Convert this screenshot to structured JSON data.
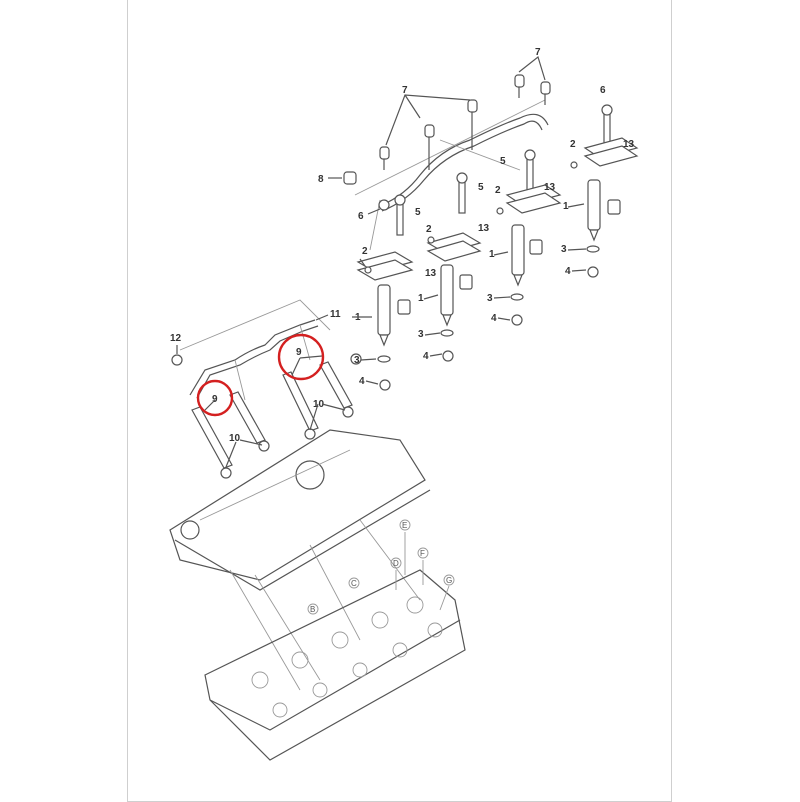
{
  "diagram": {
    "title": "Fuel injector exploded parts diagram",
    "callouts": [
      "7",
      "7",
      "6",
      "8",
      "6",
      "5",
      "5",
      "5",
      "2",
      "2",
      "2",
      "2",
      "13",
      "13",
      "13",
      "13",
      "1",
      "1",
      "1",
      "1",
      "3",
      "3",
      "3",
      "3",
      "4",
      "4",
      "4",
      "4",
      "11",
      "12",
      "9",
      "9",
      "10",
      "10"
    ],
    "reference_letters": [
      "E",
      "F",
      "D",
      "G",
      "C",
      "B"
    ],
    "highlight_color": "#d42020"
  }
}
